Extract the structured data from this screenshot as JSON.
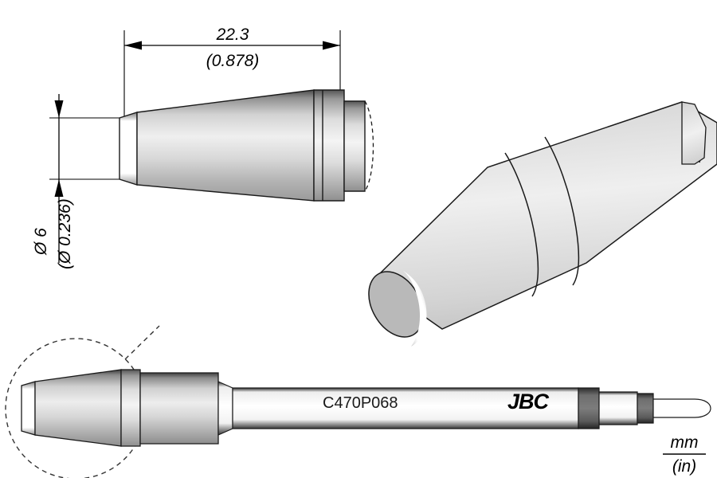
{
  "drawing": {
    "part_number": "C470P068",
    "brand": "JBC",
    "units_numerator": "mm",
    "units_denominator": "(in)",
    "background_color": "#ffffff",
    "line_color": "#000000"
  },
  "dimensions": {
    "length": {
      "name": "overall-length",
      "metric": "22.3",
      "imperial": "(0.878)"
    },
    "diameter": {
      "name": "tip-diameter",
      "metric": "Ø 6",
      "imperial": "(Ø 0.236)"
    }
  },
  "views": [
    {
      "id": "side-view",
      "label": "side-elevation"
    },
    {
      "id": "isometric-view",
      "label": "isometric-perspective"
    },
    {
      "id": "assembly-view",
      "label": "full-cartridge-assembly"
    },
    {
      "id": "detail-circle",
      "label": "detail-callout-circle"
    }
  ],
  "icons": {
    "arrow_left": "arrow-left-icon",
    "arrow_right": "arrow-right-icon",
    "arrow_up": "arrow-up-icon",
    "arrow_down": "arrow-down-icon"
  }
}
